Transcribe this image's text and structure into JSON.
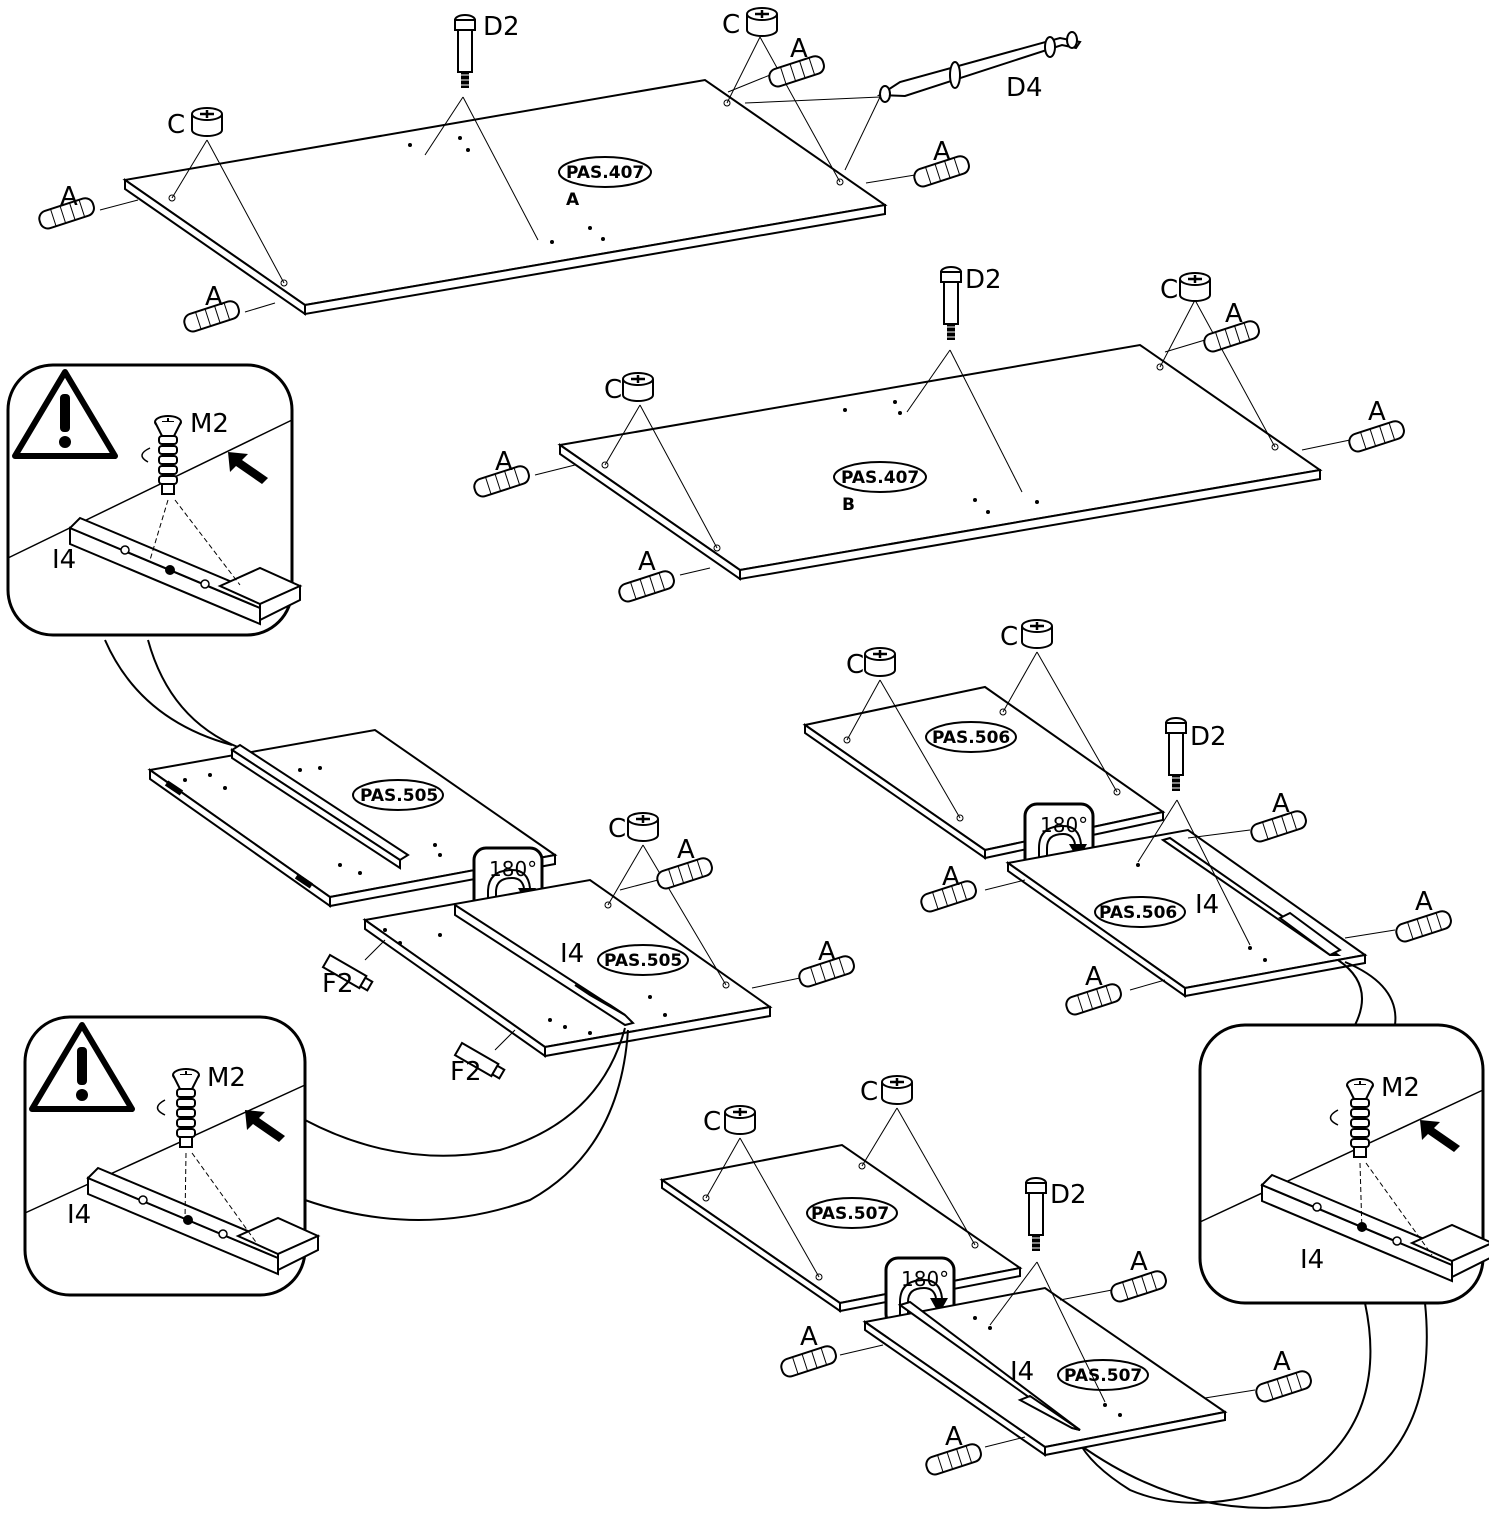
{
  "labels": {
    "D2": "D2",
    "D4": "D4",
    "C": "C",
    "A": "A",
    "B": "B",
    "M2": "M2",
    "I4": "I4",
    "F2": "F2",
    "rotate": "180°"
  },
  "panels": {
    "pas407": "PAS.407",
    "pas505": "PAS.505",
    "pas506": "PAS.506",
    "pas507": "PAS.507"
  }
}
